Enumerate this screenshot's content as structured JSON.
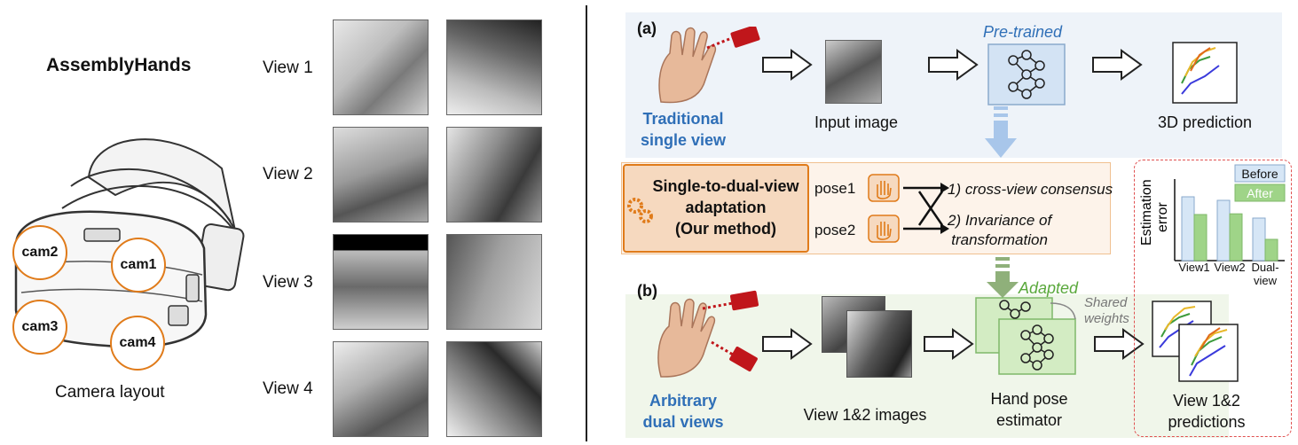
{
  "left": {
    "title": "AssemblyHands",
    "caption": "Camera layout",
    "cams": [
      "cam2",
      "cam1",
      "cam3",
      "cam4"
    ],
    "views": [
      "View 1",
      "View 2",
      "View 3",
      "View 4"
    ]
  },
  "panel_a": {
    "tag": "(a)",
    "source_label": "Traditional single view",
    "source_line1": "Traditional",
    "source_line2": "single view",
    "input_label": "Input image",
    "pretrained_label": "Pre-trained",
    "output_label": "3D prediction"
  },
  "method": {
    "line1": "Single-to-dual-view",
    "line2": "adaptation",
    "line3": "(Our method)",
    "pose1": "pose1",
    "pose2": "pose2",
    "item1": "1) cross-view consensus",
    "item2_line1": "2) Invariance of",
    "item2_line2": "transformation"
  },
  "panel_b": {
    "tag": "(b)",
    "source_line1": "Arbitrary",
    "source_line2": "dual views",
    "images_label": "View 1&2 images",
    "adapted_label": "Adapted",
    "shared_line1": "Shared",
    "shared_line2": "weights",
    "estimator_line1": "Hand pose",
    "estimator_line2": "estimator",
    "output_line1": "View 1&2",
    "output_line2": "predictions"
  },
  "chart_data": {
    "type": "bar",
    "ylabel": "Estimation error",
    "ylabel_line1": "Estimation",
    "ylabel_line2": "error",
    "categories": [
      "View1",
      "View2",
      "Dual-view"
    ],
    "cat_line1": [
      "View1",
      "View2",
      "Dual-"
    ],
    "cat_line2": [
      "",
      "",
      "view"
    ],
    "series": [
      {
        "name": "Before",
        "values": [
          0.9,
          0.85,
          0.6
        ],
        "color": "#d6e6f6"
      },
      {
        "name": "After",
        "values": [
          0.65,
          0.66,
          0.3
        ],
        "color": "#9fd488"
      }
    ],
    "ylim": [
      0,
      1
    ],
    "legend": "top-right"
  },
  "colors": {
    "accent_orange": "#e07b1a",
    "accent_blue": "#2f6fb7",
    "accent_green": "#5aa83c",
    "chart_border": "#e05050"
  }
}
